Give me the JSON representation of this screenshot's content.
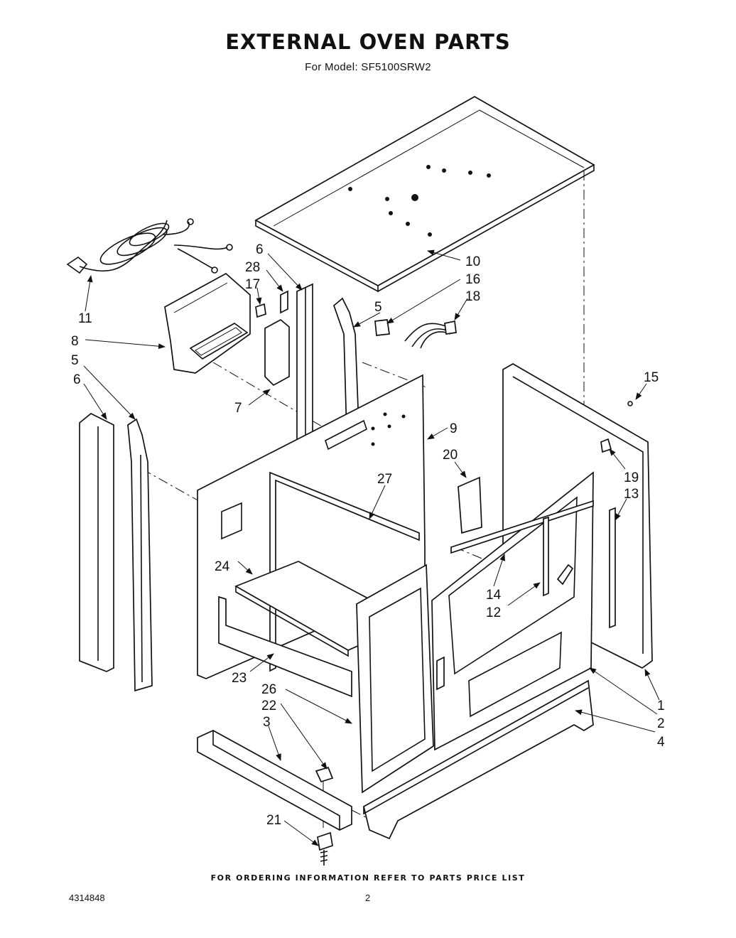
{
  "title": "EXTERNAL OVEN PARTS",
  "model_line": "For Model: SF5100SRW2",
  "footer_note": "FOR ORDERING INFORMATION REFER TO PARTS PRICE LIST",
  "document_number": "4314848",
  "page_number": "2",
  "callouts": {
    "c1": "1",
    "c2": "2",
    "c3": "3",
    "c4": "4",
    "c5a": "5",
    "c5b": "5",
    "c6a": "6",
    "c6b": "6",
    "c7": "7",
    "c8": "8",
    "c9": "9",
    "c10": "10",
    "c11": "11",
    "c12": "12",
    "c13": "13",
    "c14": "14",
    "c15": "15",
    "c16": "16",
    "c17": "17",
    "c18": "18",
    "c19": "19",
    "c20": "20",
    "c21": "21",
    "c22": "22",
    "c23": "23",
    "c24": "24",
    "c26": "26",
    "c27": "27",
    "c28": "28"
  }
}
